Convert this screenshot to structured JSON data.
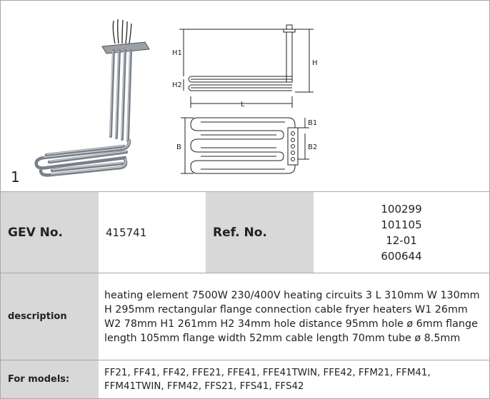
{
  "figure": {
    "number": "1",
    "dims": {
      "h1": "H1",
      "h2": "H2",
      "h": "H",
      "l": "L",
      "b": "B",
      "b1": "B1",
      "b2": "B2"
    }
  },
  "gev": {
    "label": "GEV No.",
    "value": "415741"
  },
  "ref": {
    "label": "Ref. No.",
    "values": [
      "100299",
      "101105",
      "12-01",
      "600644"
    ]
  },
  "description": {
    "label": "description",
    "text": "heating element  7500W 230/400V heating circuits 3 L 310mm W 130mm H 295mm rectangular flange connection cable fryer heaters W1 26mm W2 78mm H1 261mm H2 34mm hole distance 95mm hole ø 6mm flange length 105mm flange width 52mm cable length 70mm tube ø 8.5mm"
  },
  "models": {
    "label": "For models:",
    "text": "FF21, FF41, FF42, FFE21, FFE41, FFE41TWIN, FFE42, FFM21, FFM41, FFM41TWIN, FFM42, FFS21, FFS41, FFS42"
  }
}
